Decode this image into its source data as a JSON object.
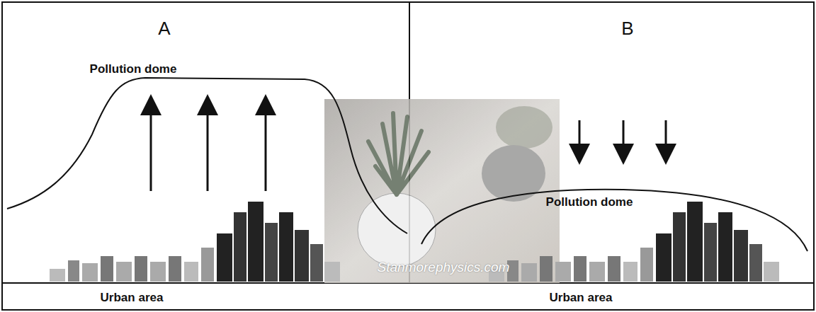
{
  "diagram": {
    "labels": [
      "A",
      "Pollution dome",
      "Urban area",
      "B",
      "Pollution dome",
      "Urban area",
      "Stanmorephysics.com"
    ]
  }
}
